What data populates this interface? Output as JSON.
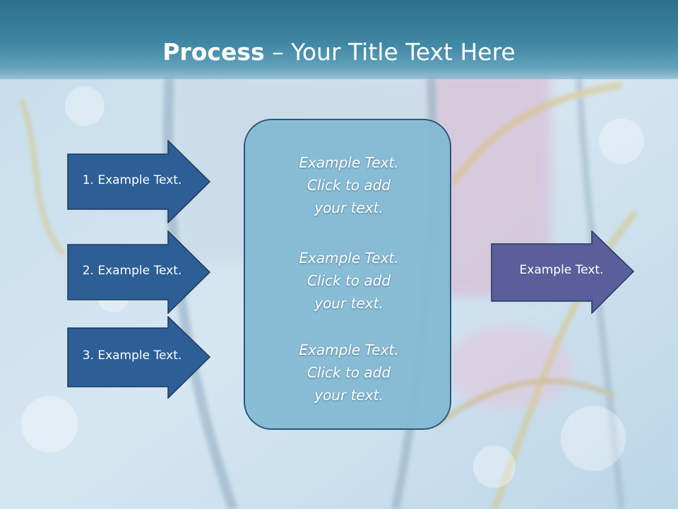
{
  "title": {
    "bold": "Process",
    "rest": " – Your Title Text Here"
  },
  "left_steps": [
    {
      "label": "1. Example Text."
    },
    {
      "label": "2. Example Text."
    },
    {
      "label": "3. Example Text."
    }
  ],
  "center_box": {
    "paragraphs": [
      {
        "line1": "Example Text.",
        "line2": "Click  to add",
        "line3": "your text."
      },
      {
        "line1": "Example Text.",
        "line2": "Click  to add",
        "line3": "your text."
      },
      {
        "line1": "Example Text.",
        "line2": "Click  to add",
        "line3": "your text."
      }
    ]
  },
  "right_arrow": {
    "label": "Example Text."
  },
  "colors": {
    "title_bar": "#2c6f8c",
    "step_arrow_fill": "#2d5f96",
    "result_arrow_fill": "#5b5e9b",
    "center_box_fill": "#82b9d2",
    "border": "#1e3a5c"
  }
}
